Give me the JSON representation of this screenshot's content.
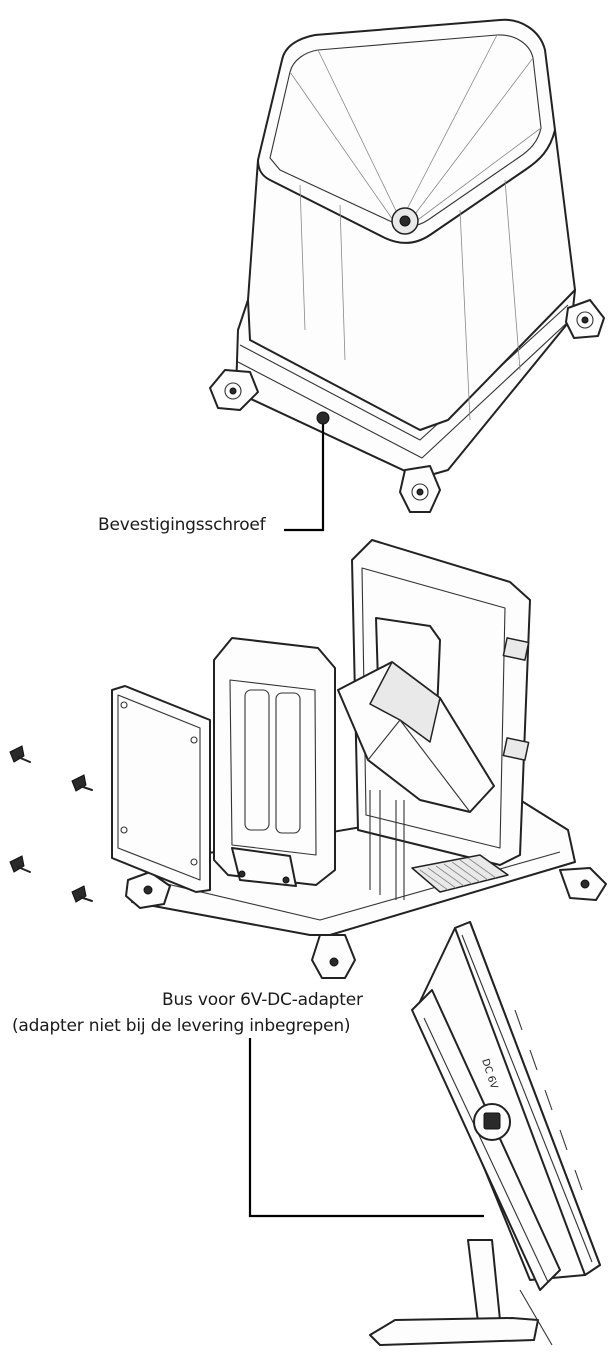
{
  "labels": {
    "mounting_screw": "Bevestigingsschroef",
    "adapter_jack_line1": "Bus voor 6V-DC-adapter",
    "adapter_jack_line2": "(adapter niet bij de levering inbegrepen)",
    "dc_marking": "DC 6V"
  },
  "colors": {
    "line": "#222222",
    "fill": "#ffffff",
    "shade": "#e9e9e9"
  }
}
